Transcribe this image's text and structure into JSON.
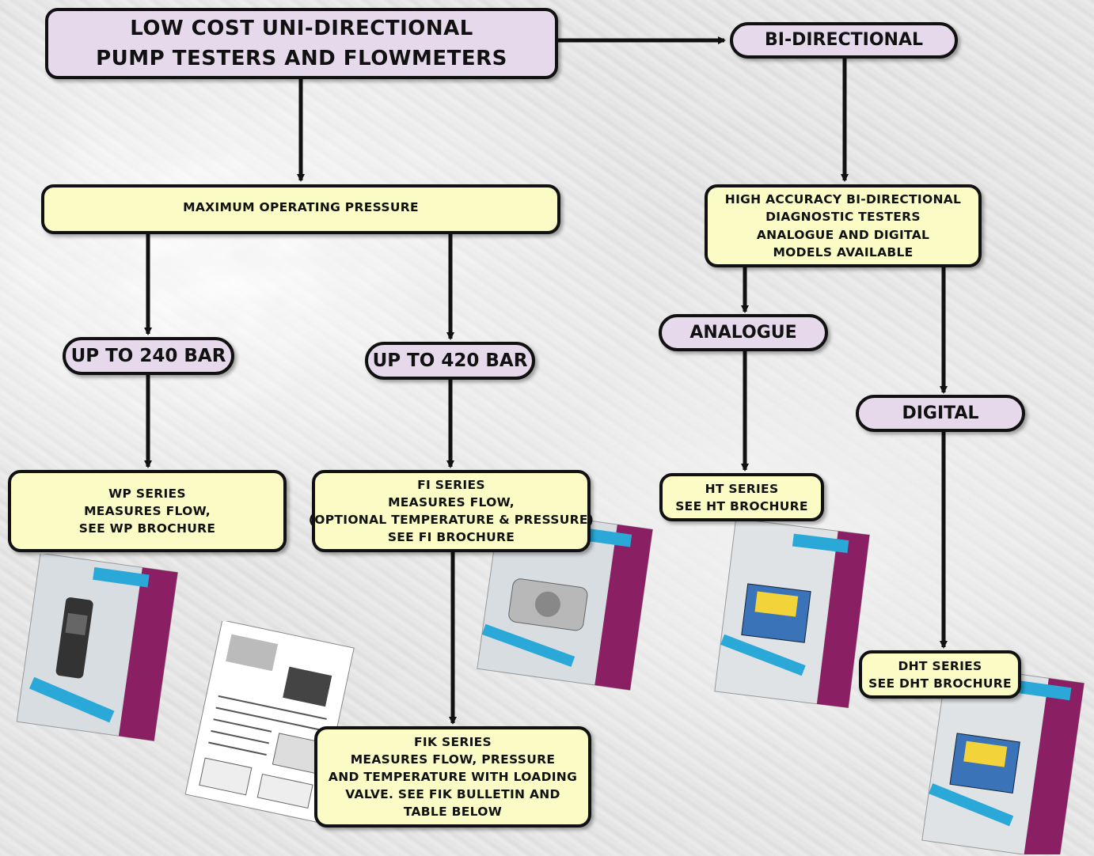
{
  "nodes": {
    "top": [
      "LOW COST UNI-DIRECTIONAL",
      "PUMP TESTERS AND FLOWMETERS"
    ],
    "bidirectional": [
      "BI-DIRECTIONAL"
    ],
    "max_pressure": [
      "MAXIMUM OPERATING PRESSURE"
    ],
    "high_accuracy": [
      "HIGH ACCURACY BI-DIRECTIONAL",
      "DIAGNOSTIC TESTERS",
      "ANALOGUE AND DIGITAL",
      "MODELS AVAILABLE"
    ],
    "up_to_240": [
      "UP TO 240 BAR"
    ],
    "up_to_420": [
      "UP TO 420 BAR"
    ],
    "analogue": [
      "ANALOGUE"
    ],
    "digital": [
      "DIGITAL"
    ],
    "wp_series": [
      "WP SERIES",
      "MEASURES FLOW,",
      "SEE WP BROCHURE"
    ],
    "fi_series": [
      "FI SERIES",
      "MEASURES FLOW,",
      "(OPTIONAL TEMPERATURE & PRESSURE)",
      "SEE FI BROCHURE"
    ],
    "ht_series": [
      "HT SERIES",
      "SEE HT BROCHURE"
    ],
    "dht_series": [
      "DHT SERIES",
      "SEE DHT BROCHURE"
    ],
    "fik_series": [
      "FIK SERIES",
      "MEASURES FLOW, PRESSURE",
      "AND TEMPERATURE WITH LOADING",
      "VALVE. SEE FIK BULLETIN AND",
      "TABLE BELOW"
    ]
  },
  "colors": {
    "lilac": "#e6d9ec",
    "cream": "#fbfbc6",
    "line": "#111111",
    "brochure_band": "#8a1f63",
    "brochure_accent": "#2aa9d8"
  }
}
